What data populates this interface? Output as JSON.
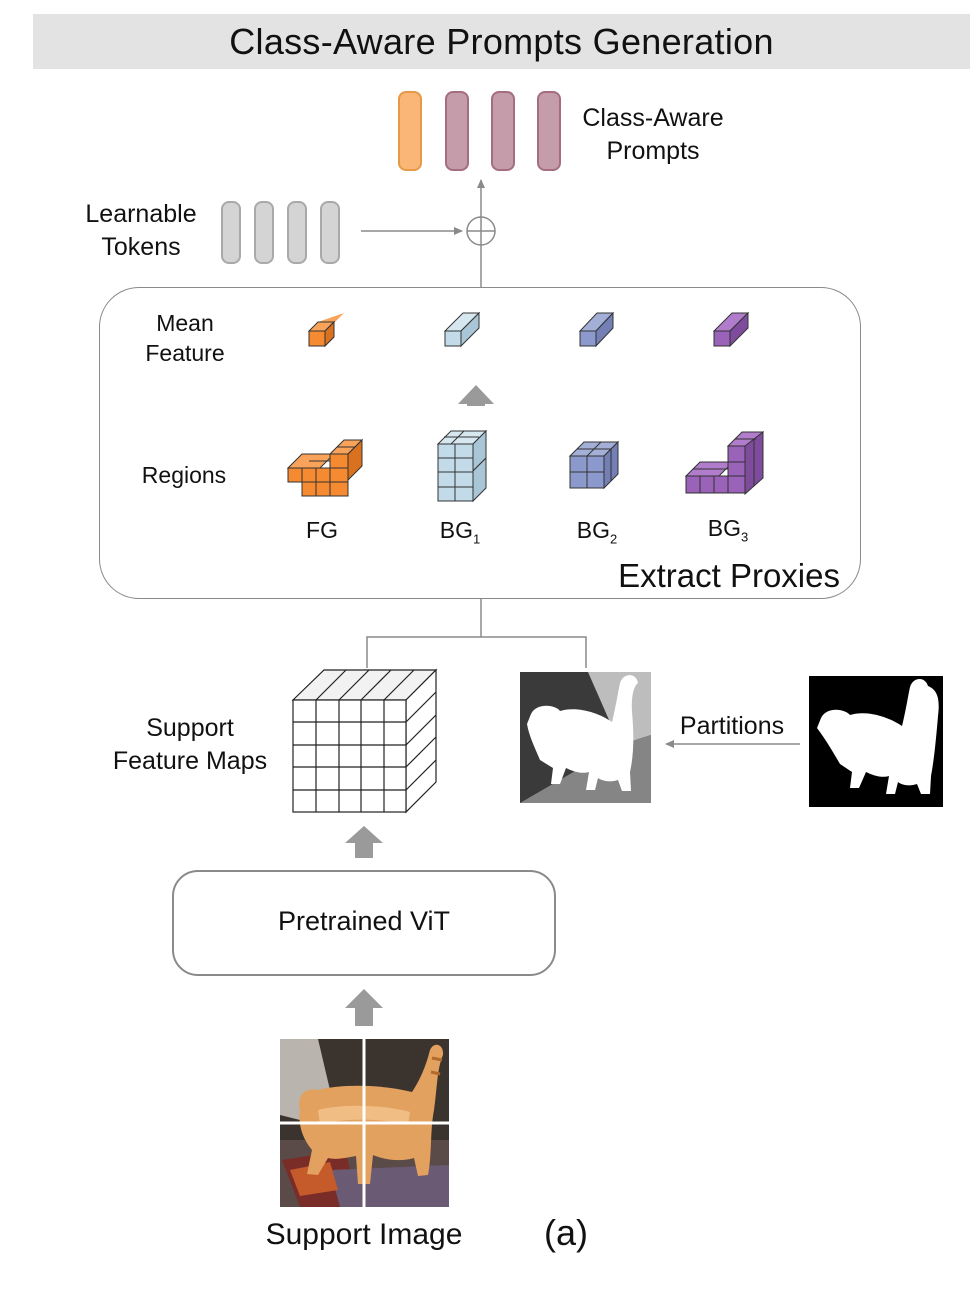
{
  "title": "Class-Aware Prompts Generation",
  "class_aware_prompts_label": [
    "Class-Aware",
    "Prompts"
  ],
  "learnable_tokens_label": [
    "Learnable",
    "Tokens"
  ],
  "extract_proxies": {
    "title": "Extract Proxies",
    "mean_feature_label": [
      "Mean",
      "Feature"
    ],
    "regions_label": "Regions",
    "regions": [
      {
        "name": "FG",
        "sub": "",
        "color": "#f58a30"
      },
      {
        "name": "BG",
        "sub": "1",
        "color": "#c3dbe8"
      },
      {
        "name": "BG",
        "sub": "2",
        "color": "#8c99cc"
      },
      {
        "name": "BG",
        "sub": "3",
        "color": "#9a62b8"
      }
    ]
  },
  "support_feature_maps_label": [
    "Support",
    "Feature Maps"
  ],
  "partitions_label": "Partitions",
  "pretrained_vit_label": "Pretrained ViT",
  "support_image_label": "Support Image",
  "panel_tag": "(a)",
  "colors": {
    "prompt_fg": "#f9b677",
    "prompt_bg": "#c59daa",
    "token": "#d4d4d4",
    "title_bar": "#e3e3e3",
    "arrow_grey": "#9a9a9a"
  }
}
